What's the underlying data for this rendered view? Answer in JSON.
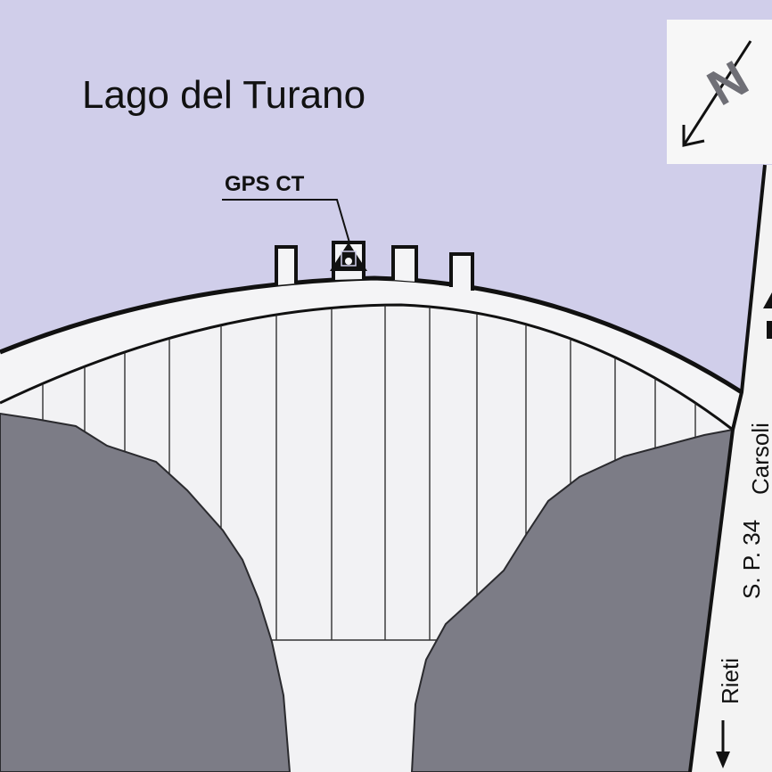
{
  "map": {
    "lake_name": "Lago del Turano",
    "station_label": "GPS CT",
    "north_symbol": "N",
    "road": {
      "name": "S. P. 34",
      "destination_south": "Rieti",
      "destination_north": "Carsoli"
    },
    "icons": {
      "north_arrow": "north-arrow-icon",
      "gps_station": "triangle-station-icon",
      "arrow_south": "arrow-down-icon",
      "arrow_north": "arrow-up-icon"
    },
    "colors": {
      "lake": "#d0ceea",
      "rock": "#7c7c86",
      "dam": "#f2f2f4",
      "road": "#f3f3f3",
      "ink": "#111111"
    }
  }
}
